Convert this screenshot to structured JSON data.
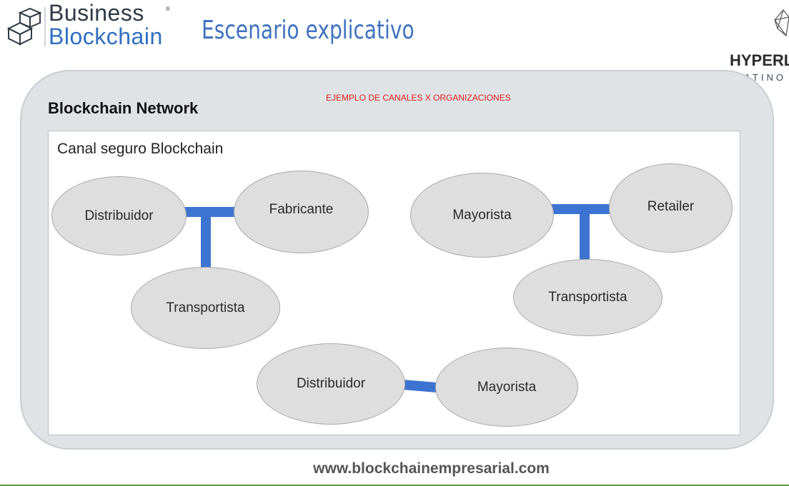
{
  "header": {
    "brand_line1": "Business",
    "brand_line2": "Blockchain",
    "trademark": "®",
    "slide_title": "Escenario explicativo",
    "partner_name": "HYPERL",
    "partner_sub": "LATINO",
    "colors": {
      "brand_blue": "#2f6fc0",
      "title_blue": "#3f72c0"
    }
  },
  "diagram": {
    "network_label": "Blockchain Network",
    "note": "EJEMPLO DE CANALES X ORGANIZACIONES",
    "channel_label": "Canal seguro Blockchain",
    "link_color": "#3e74d1",
    "nodes": {
      "distribuidor_a": "Distribuidor",
      "fabricante": "Fabricante",
      "transportista_a": "Transportista",
      "mayorista_a": "Mayorista",
      "retailer": "Retailer",
      "transportista_b": "Transportista",
      "distribuidor_b": "Distribuidor",
      "mayorista_b": "Mayorista"
    }
  },
  "footer": {
    "url": "www.blockchainempresarial.com"
  }
}
